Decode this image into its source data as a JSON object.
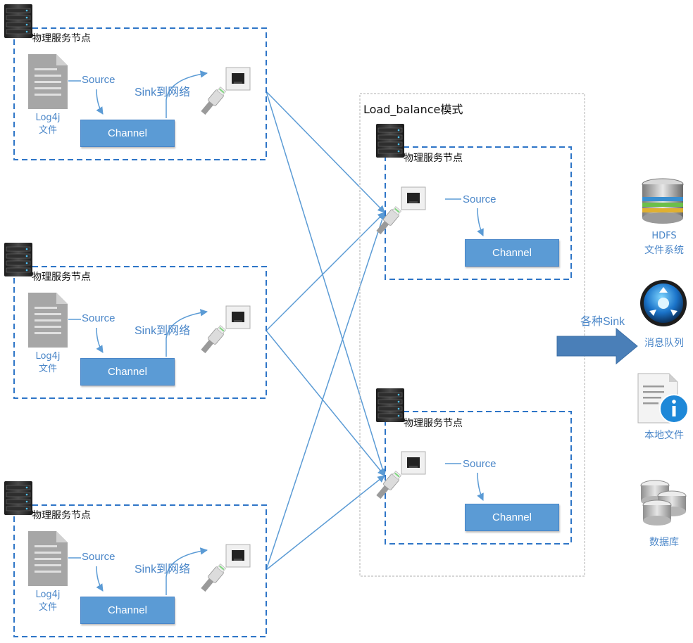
{
  "colors": {
    "line": "#5b9bd5",
    "channel": "#5b9bd5",
    "text_blue": "#4a86c8",
    "lb_border": "#bfbfbf"
  },
  "source_nodes": [
    {
      "title": "物理服务节点",
      "file_name": "Log4j",
      "file_sub": "文件",
      "source": "Source",
      "sink": "Sink到网络",
      "channel": "Channel"
    },
    {
      "title": "物理服务节点",
      "file_name": "Log4j",
      "file_sub": "文件",
      "source": "Source",
      "sink": "Sink到网络",
      "channel": "Channel"
    },
    {
      "title": "物理服务节点",
      "file_name": "Log4j",
      "file_sub": "文件",
      "source": "Source",
      "sink": "Sink到网络",
      "channel": "Channel"
    }
  ],
  "load_balance": {
    "title": "Load_balance模式",
    "nodes": [
      {
        "title": "物理服务节点",
        "source": "Source",
        "channel": "Channel"
      },
      {
        "title": "物理服务节点",
        "source": "Source",
        "channel": "Channel"
      }
    ]
  },
  "sink_arrow_label": "各种Sink",
  "destinations": [
    {
      "label_line1": "HDFS",
      "label_line2": "文件系统",
      "icon": "hdfs-database-icon"
    },
    {
      "label_line1": "消息队列",
      "icon": "message-queue-icon"
    },
    {
      "label_line1": "本地文件",
      "icon": "local-file-icon"
    },
    {
      "label_line1": "数据库",
      "icon": "database-icon"
    }
  ]
}
